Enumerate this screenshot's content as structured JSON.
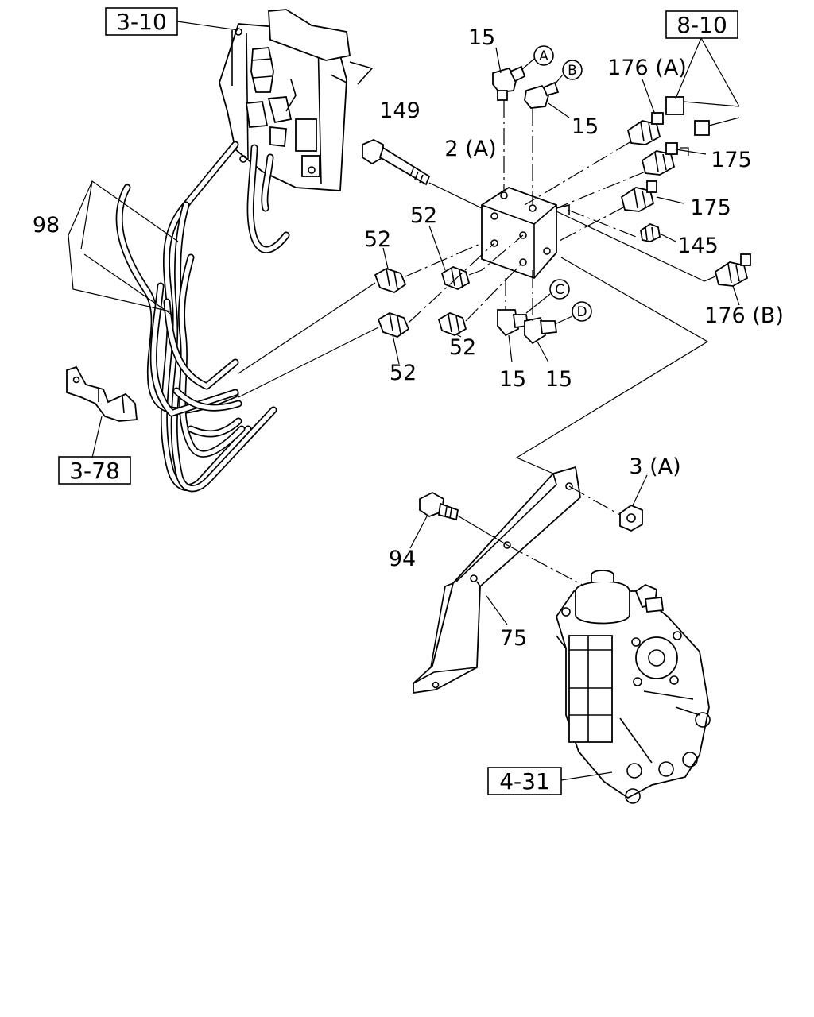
{
  "ref_boxes": {
    "ref_3_10": "3-10",
    "ref_8_10": "8-10",
    "ref_3_78": "3-78",
    "ref_4_31": "4-31"
  },
  "callouts": {
    "p15_top_a": "15",
    "p15_top_b": "15",
    "p15_bot_c": "15",
    "p15_bot_d": "15",
    "p149": "149",
    "p2a": "2 (A)",
    "p176a": "176 (A)",
    "p175_a": "175",
    "p175_b": "175",
    "p145": "145",
    "p176b": "176 (B)",
    "p98": "98",
    "p52_a": "52",
    "p52_b": "52",
    "p52_c": "52",
    "p52_d": "52",
    "p3a": "3 (A)",
    "p94": "94",
    "p75": "75"
  },
  "circled": {
    "a": "A",
    "b": "B",
    "c": "C",
    "d": "D"
  }
}
